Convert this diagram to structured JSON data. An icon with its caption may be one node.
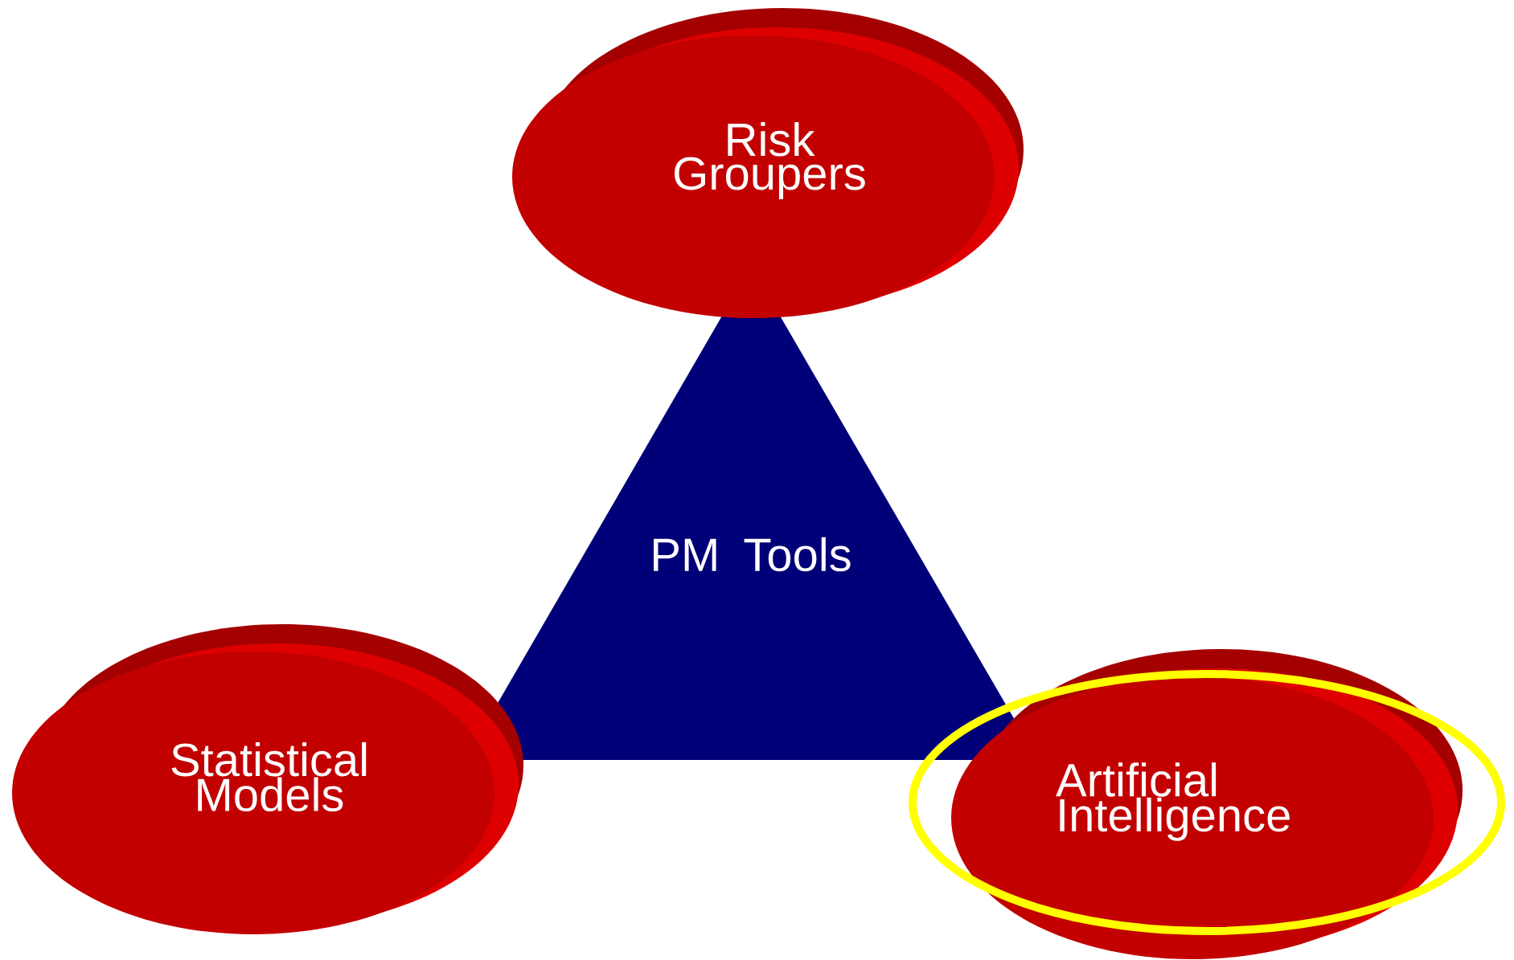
{
  "diagram": {
    "nodes": [
      {
        "text": [
          "Risk Groupers"
        ]
      },
      {
        "text": [
          "PM Tools"
        ]
      },
      {
        "text": [
          "Statistical Models"
        ]
      },
      {
        "text": [
          "Artificial Intelligence"
        ]
      }
    ]
  }
}
